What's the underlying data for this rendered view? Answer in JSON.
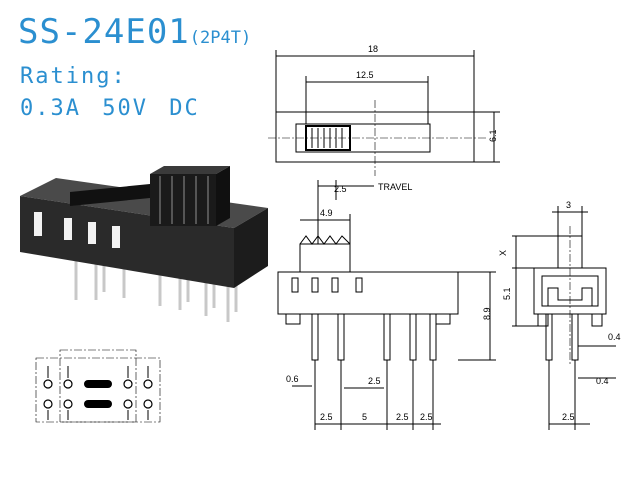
{
  "header": {
    "model": "SS-24E01",
    "config": "(2P4T)",
    "rating_label": "Rating:",
    "rating_value": "0.3A  50V  DC"
  },
  "top_view": {
    "dim_width": "18",
    "dim_window": "12.5",
    "dim_height": "6.1"
  },
  "front_view": {
    "dim_travel": "2.5",
    "travel_label": "TRAVEL",
    "dim_actuator": "4.9",
    "dim_body_height": "8.9",
    "dim_body_upper": "5.1",
    "dim_pin_width": "0.6",
    "dim_pitch_inner": "2.5",
    "dim_bottom_a": "2.5",
    "dim_bottom_b": "5",
    "dim_bottom_c": "2.5",
    "dim_bottom_d": "2.5"
  },
  "side_view": {
    "dim_actuator_width": "3",
    "dim_x": "X",
    "dim_pin_a": "0.4",
    "dim_pin_b": "0.4",
    "dim_pitch": "2.5"
  },
  "colors": {
    "accent": "#2b8fd0",
    "body": "#2a2a2a",
    "pins": "#cfcfcf"
  }
}
